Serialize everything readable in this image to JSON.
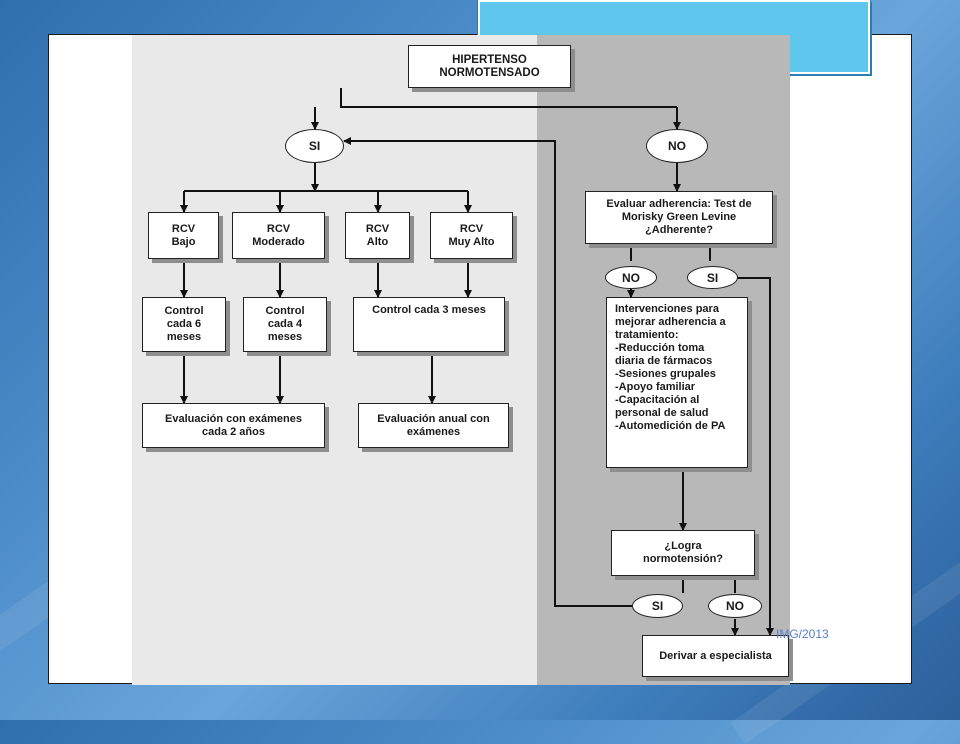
{
  "slide": {
    "watermark": "IMG/2013"
  },
  "diagram": {
    "nodes": {
      "root": "HIPERTENSO\nNORMOTENSADO",
      "si_main": "SI",
      "no_main": "NO",
      "rcv_bajo": "RCV\nBajo",
      "rcv_moderado": "RCV\nModerado",
      "rcv_alto": "RCV\nAlto",
      "rcv_muy_alto": "RCV\nMuy Alto",
      "control_6": "Control\ncada 6\nmeses",
      "control_4": "Control\ncada 4\nmeses",
      "control_3": "Control cada 3 meses",
      "eval_2": "Evaluación con exámenes\ncada 2 años",
      "eval_anual": "Evaluación anual con\nexámenes",
      "adherencia": "Evaluar adherencia: Test de\nMorisky Green Levine\n¿Adherente?",
      "adh_no": "NO",
      "adh_si": "SI",
      "intervenciones": "Intervenciones para\nmejorar adherencia a\ntratamiento:\n-Reducción toma\ndiaria de fármacos\n-Sesiones grupales\n-Apoyo familiar\n-Capacitación al\npersonal de salud\n-Automedición de PA",
      "logra": "¿Logra\nnormotensión?",
      "logra_si": "SI",
      "logra_no": "NO",
      "derivar": "Derivar a especialista"
    }
  }
}
